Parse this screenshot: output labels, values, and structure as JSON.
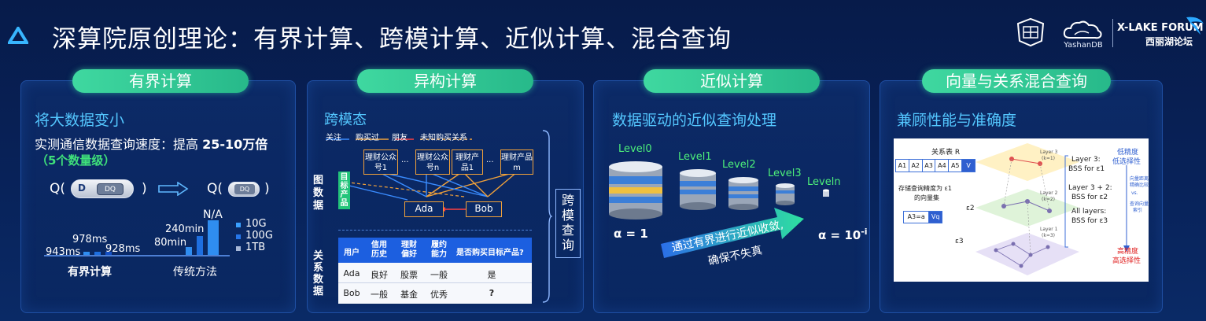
{
  "header": {
    "title": "深算院原创理论：有界计算、跨模计算、近似计算、混合查询",
    "logo_small_text": "YashanDB",
    "forum_en": "X-LAKE FORUM",
    "forum_cn": "西丽湖论坛"
  },
  "panel1": {
    "pill": "有界计算",
    "subhead": "将大数据变小",
    "line1_prefix": "实测通信数据查询速度：提高 ",
    "line1_bold": "25-10万倍",
    "line2": "（5个数量级）",
    "q_left": "Q(",
    "d_label": "D",
    "dq_label": "DQ",
    "paren_close": ")",
    "q_right": "Q(",
    "dq_label2": "DQ",
    "paren_close2": ")",
    "bar_labels": [
      "943ms",
      "978ms",
      "928ms",
      "80min",
      "240min",
      "N/A"
    ],
    "legend": [
      "10G",
      "100G",
      "1TB"
    ],
    "group_labels": [
      "有界计算",
      "传统方法"
    ],
    "colors": {
      "10g": "#2f8df0",
      "100g": "#1e6fe0",
      "1tb": "#1550c4"
    }
  },
  "panel2": {
    "pill": "异构计算",
    "subhead": "跨模态",
    "edge_legend": [
      "关注",
      "购买过",
      "朋友",
      "未知购买关系"
    ],
    "products": [
      "理财公众号1",
      "理财公众号n",
      "理财产品1",
      "理财产品m"
    ],
    "ellipsis": "...",
    "target_label": "目标产品",
    "persons": [
      "Ada",
      "Bob"
    ],
    "side_graph": "图数据",
    "side_relational": "关系数据",
    "side_query": "跨模查询",
    "table_headers": [
      "用户",
      "信用历史",
      "理财偏好",
      "履约能力",
      "是否购买目标产品?"
    ],
    "table_rows": [
      [
        "Ada",
        "良好",
        "股票",
        "一般",
        "是"
      ],
      [
        "Bob",
        "一般",
        "基金",
        "优秀",
        "?"
      ]
    ]
  },
  "panel3": {
    "pill": "近似计算",
    "subhead": "数据驱动的近似查询处理",
    "levels": [
      "Level0",
      "Level1",
      "Level2",
      "Level3",
      "Leveln"
    ],
    "alpha_left": "α = 1",
    "alpha_right": "α = 10",
    "alpha_right_sup": "-i",
    "arrow_text1": "通过有界进行近似收敛,",
    "arrow_text2": "确保不失真"
  },
  "panel4": {
    "pill": "向量与关系混合查询",
    "subhead": "兼顾性能与准确度",
    "rel_table": "关系表 R",
    "attrs": [
      "A1",
      "A2",
      "A3",
      "A4",
      "A5",
      "V"
    ],
    "store_text1": "存储查询精度为 ε1",
    "store_text2": "的向量集",
    "query_attr": "A3=a",
    "query_vec": "Vq",
    "eps2": "ε2",
    "eps3": "ε3",
    "layer3": "Layer 3",
    "layer3_k": "(k=1)",
    "layer2": "Layer 2",
    "layer2_k": "(k=2)",
    "layer1": "Layer 1",
    "layer1_k": "(k=3)",
    "bss1_a": "Layer 3:",
    "bss1_b": "BSS for ε1",
    "bss2_a": "Layer 3 + 2:",
    "bss2_b": "BSS for ε2",
    "bss3_a": "All layers:",
    "bss3_b": "BSS for ε3",
    "low_precision": "低精度",
    "low_select": "低选择性",
    "vec_compare1": "向量距离",
    "vec_compare2": "精确比较",
    "vs": "vs.",
    "vec_index1": "查询向量",
    "vec_index2": "索引",
    "high_precision": "高精度",
    "high_select": "高选择性"
  }
}
